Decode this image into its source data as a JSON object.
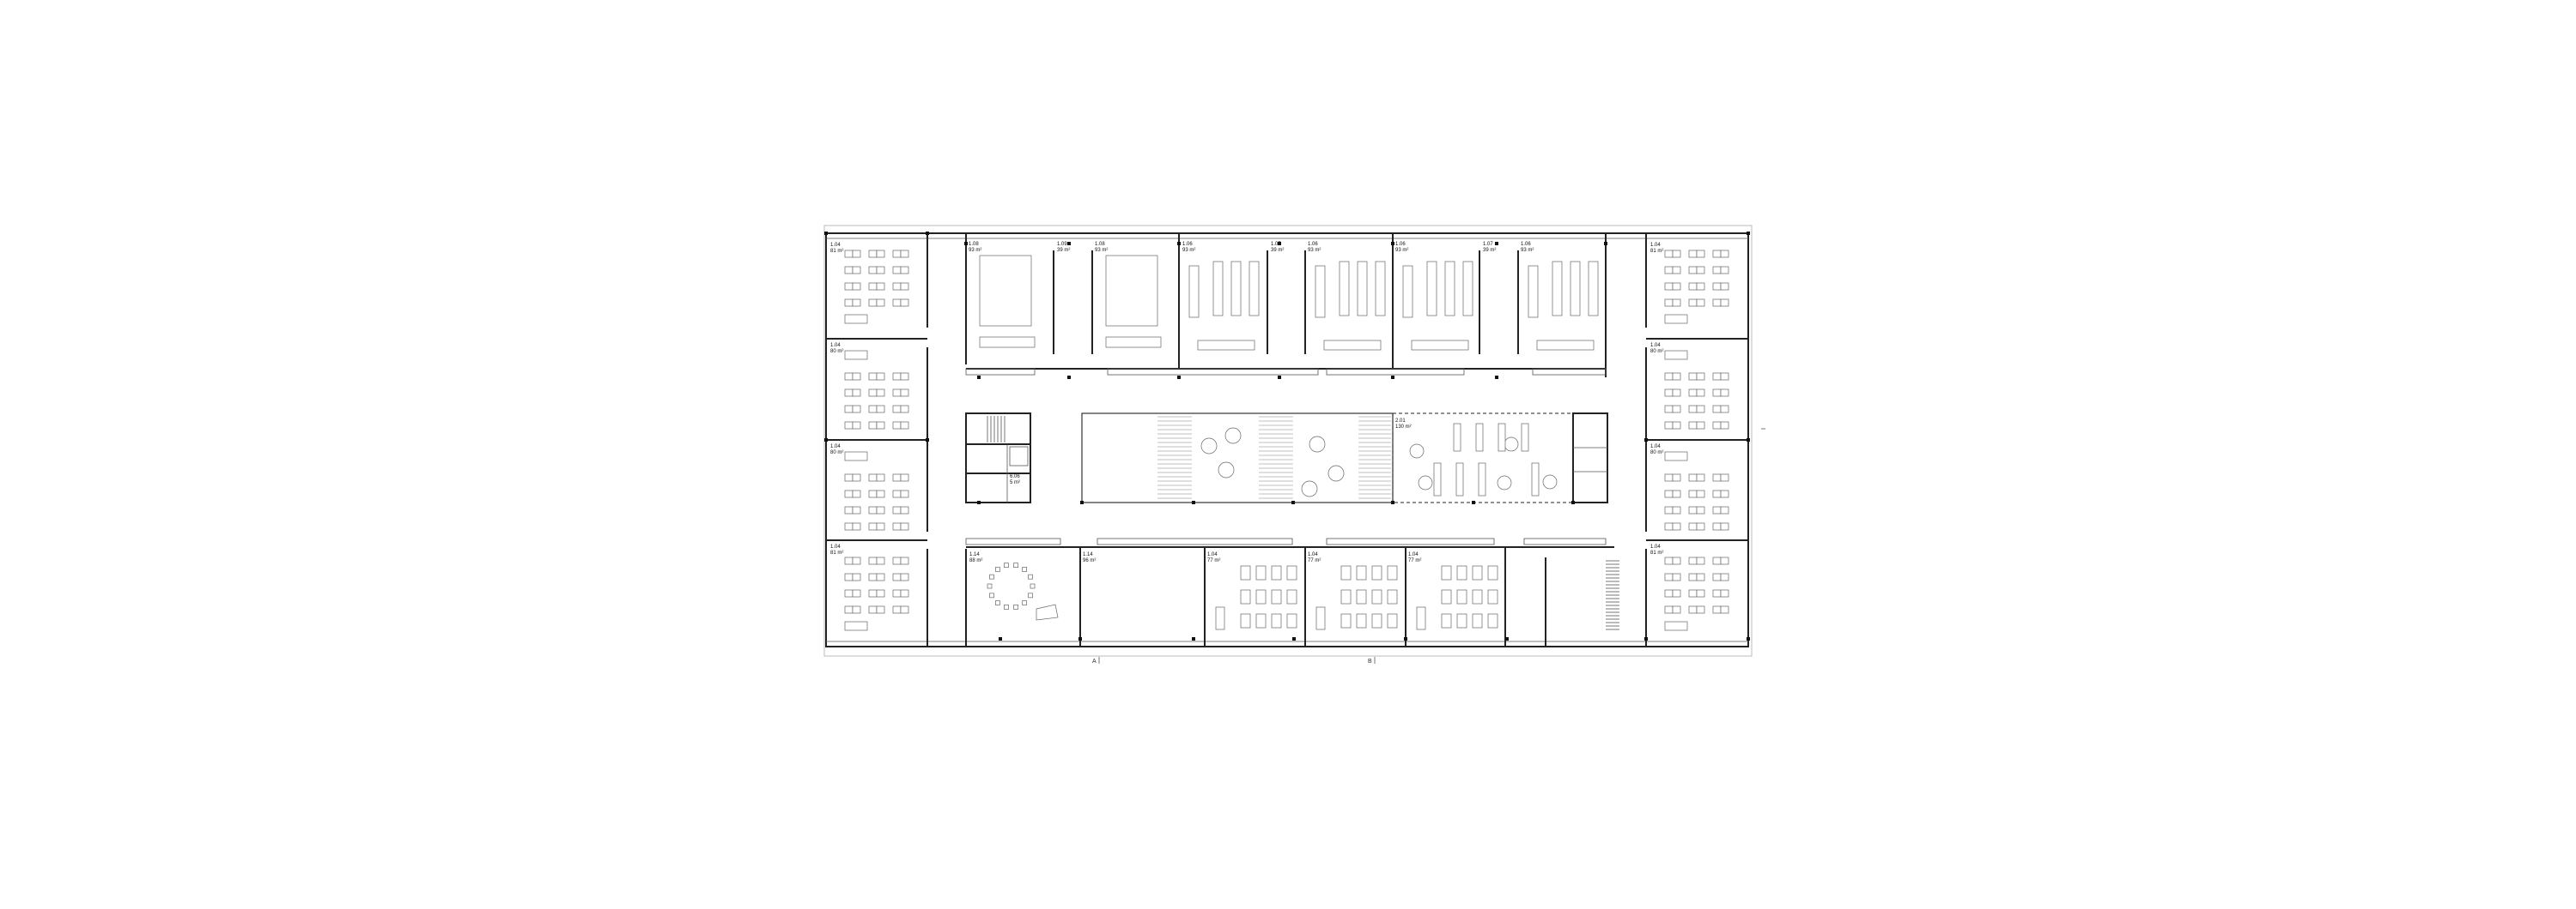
{
  "plan": {
    "left_wing": [
      {
        "number": "1.04",
        "area": "81 m²"
      },
      {
        "number": "1.04",
        "area": "80 m²"
      },
      {
        "number": "1.04",
        "area": "80 m²"
      },
      {
        "number": "1.04",
        "area": "81 m²"
      }
    ],
    "right_wing": [
      {
        "number": "1.04",
        "area": "81 m²"
      },
      {
        "number": "1.04",
        "area": "80 m²"
      },
      {
        "number": "1.04",
        "area": "80 m²"
      },
      {
        "number": "1.04",
        "area": "81 m²"
      }
    ],
    "top_rooms": [
      {
        "number": "1.08",
        "area": "93 m²"
      },
      {
        "number": "1.09",
        "area": "39 m²"
      },
      {
        "number": "1.08",
        "area": "93 m²"
      },
      {
        "number": "1.06",
        "area": "93 m²"
      },
      {
        "number": "1.07",
        "area": "39 m²"
      },
      {
        "number": "1.06",
        "area": "93 m²"
      },
      {
        "number": "1.06",
        "area": "93 m²"
      },
      {
        "number": "1.07",
        "area": "39 m²"
      },
      {
        "number": "1.06",
        "area": "93 m²"
      }
    ],
    "bottom_rooms": [
      {
        "number": "1.14",
        "area": "88 m²"
      },
      {
        "number": "1.14",
        "area": "96 m²"
      },
      {
        "number": "1.04",
        "area": "77 m²"
      },
      {
        "number": "1.04",
        "area": "77 m²"
      },
      {
        "number": "1.04",
        "area": "77 m²"
      }
    ],
    "core": {
      "number": "6.06",
      "area": "5 m²"
    },
    "commons": {
      "number": "2.01",
      "area": "130 m²"
    },
    "section_marks": [
      "A",
      "B"
    ]
  }
}
